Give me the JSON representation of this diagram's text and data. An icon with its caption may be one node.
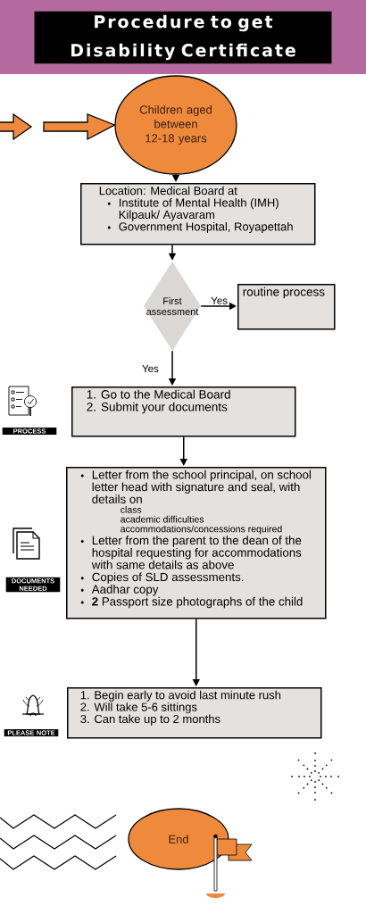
{
  "diagram": {
    "title": "Procedure to get Disability Certificate",
    "nodes": [
      {
        "text": [
          "Children aged between 12-18 years"
        ]
      },
      {
        "text": [
          "Location: Medical Board at",
          "Institute of Mental Health (IMH) Kilpauk/ Ayavaram",
          "Government Hospital, Royapettah"
        ]
      },
      {
        "text": [
          "First assessment"
        ]
      },
      {
        "text": [
          "routine process"
        ]
      },
      {
        "text": [
          "1. Go to the Medical Board",
          "2. Submit your documents"
        ]
      },
      {
        "text": [
          "Letter from the school principal, on school letter head with signature and seal, with details on",
          "class",
          "academic difficulties",
          "accommodations/concessions required",
          "Letter from the parent to the dean of the hospital requesting for accommodations with same details as above",
          "Copies of SLD assessments.",
          "Aadhar copy",
          "**2** Passport size photographs of the child"
        ]
      },
      {
        "text": [
          "1. Begin early to avoid last minute rush",
          "2. Will take 5-6 sittings",
          "3. Can take up to 2 months"
        ]
      },
      {
        "text": [
          "End"
        ]
      }
    ],
    "edges": [
      {
        "from": null,
        "to": 0,
        "arrow": "to"
      },
      {
        "from": 0,
        "to": 1,
        "arrow": "to"
      },
      {
        "from": 1,
        "to": 2,
        "arrow": "to"
      },
      {
        "from": 2,
        "to": 3,
        "arrow": "to",
        "label": "Yes"
      },
      {
        "from": 2,
        "to": 4,
        "arrow": "to",
        "label": "Yes"
      },
      {
        "from": 4,
        "to": 5,
        "arrow": "to"
      },
      {
        "from": 5,
        "to": 6,
        "arrow": "to"
      }
    ],
    "labels": [
      "PROCESS",
      "DOCUMENTS NEEDED",
      "PLEASE NOTE"
    ]
  }
}
